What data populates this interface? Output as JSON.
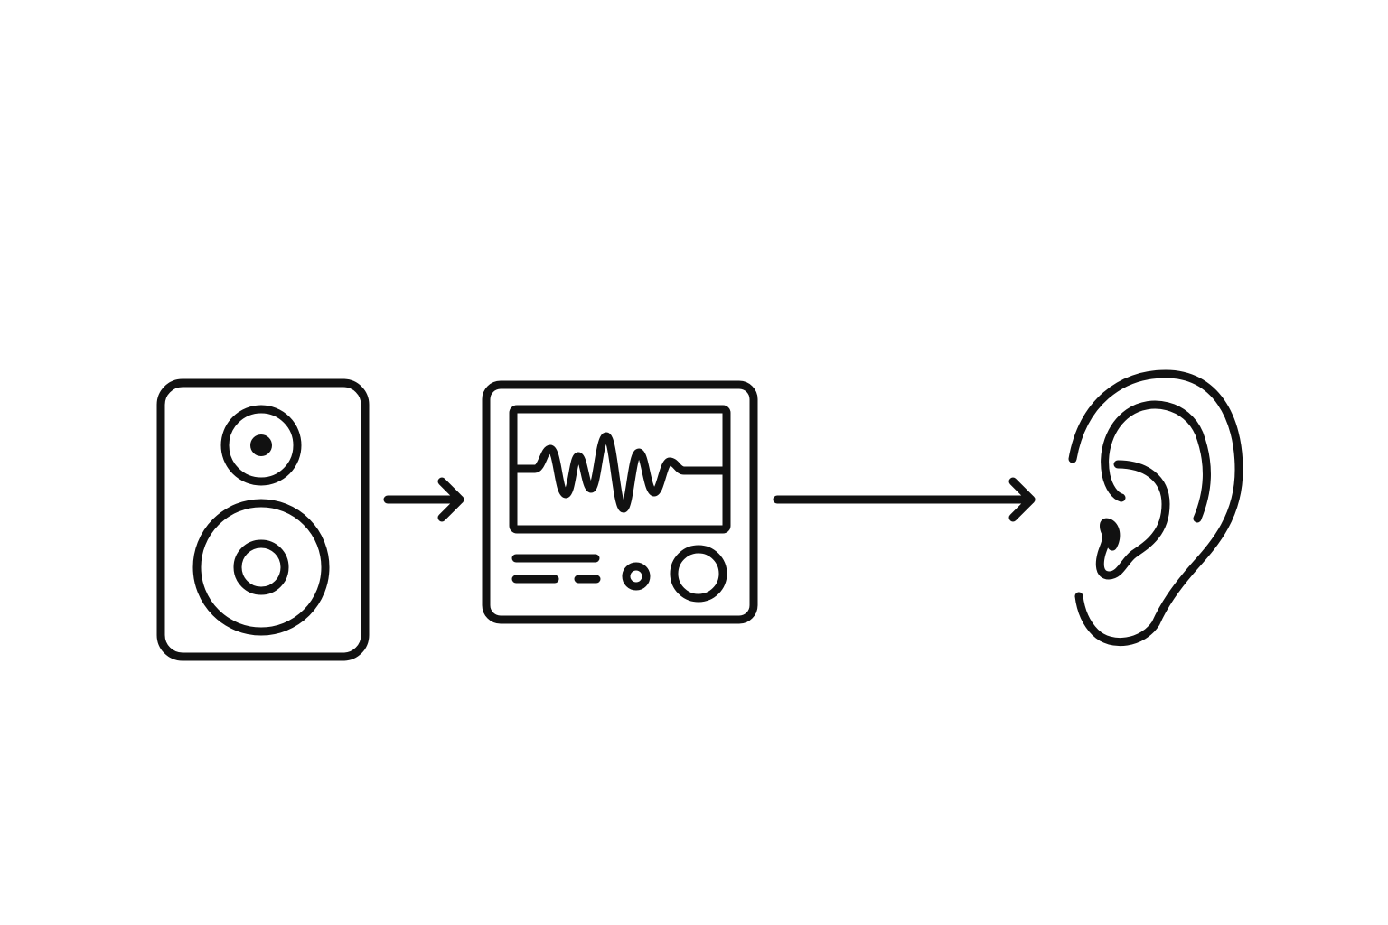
{
  "diagram": {
    "ink_color": "#111111",
    "background_color": "#ffffff",
    "nodes": [
      {
        "id": "speaker",
        "icon": "speaker-icon"
      },
      {
        "id": "audio-processor",
        "icon": "audio-device-waveform-icon"
      },
      {
        "id": "ear",
        "icon": "ear-icon"
      }
    ],
    "edges": [
      {
        "from": "speaker",
        "to": "audio-processor",
        "icon": "arrow-right-icon"
      },
      {
        "from": "audio-processor",
        "to": "ear",
        "icon": "arrow-right-icon"
      }
    ]
  }
}
